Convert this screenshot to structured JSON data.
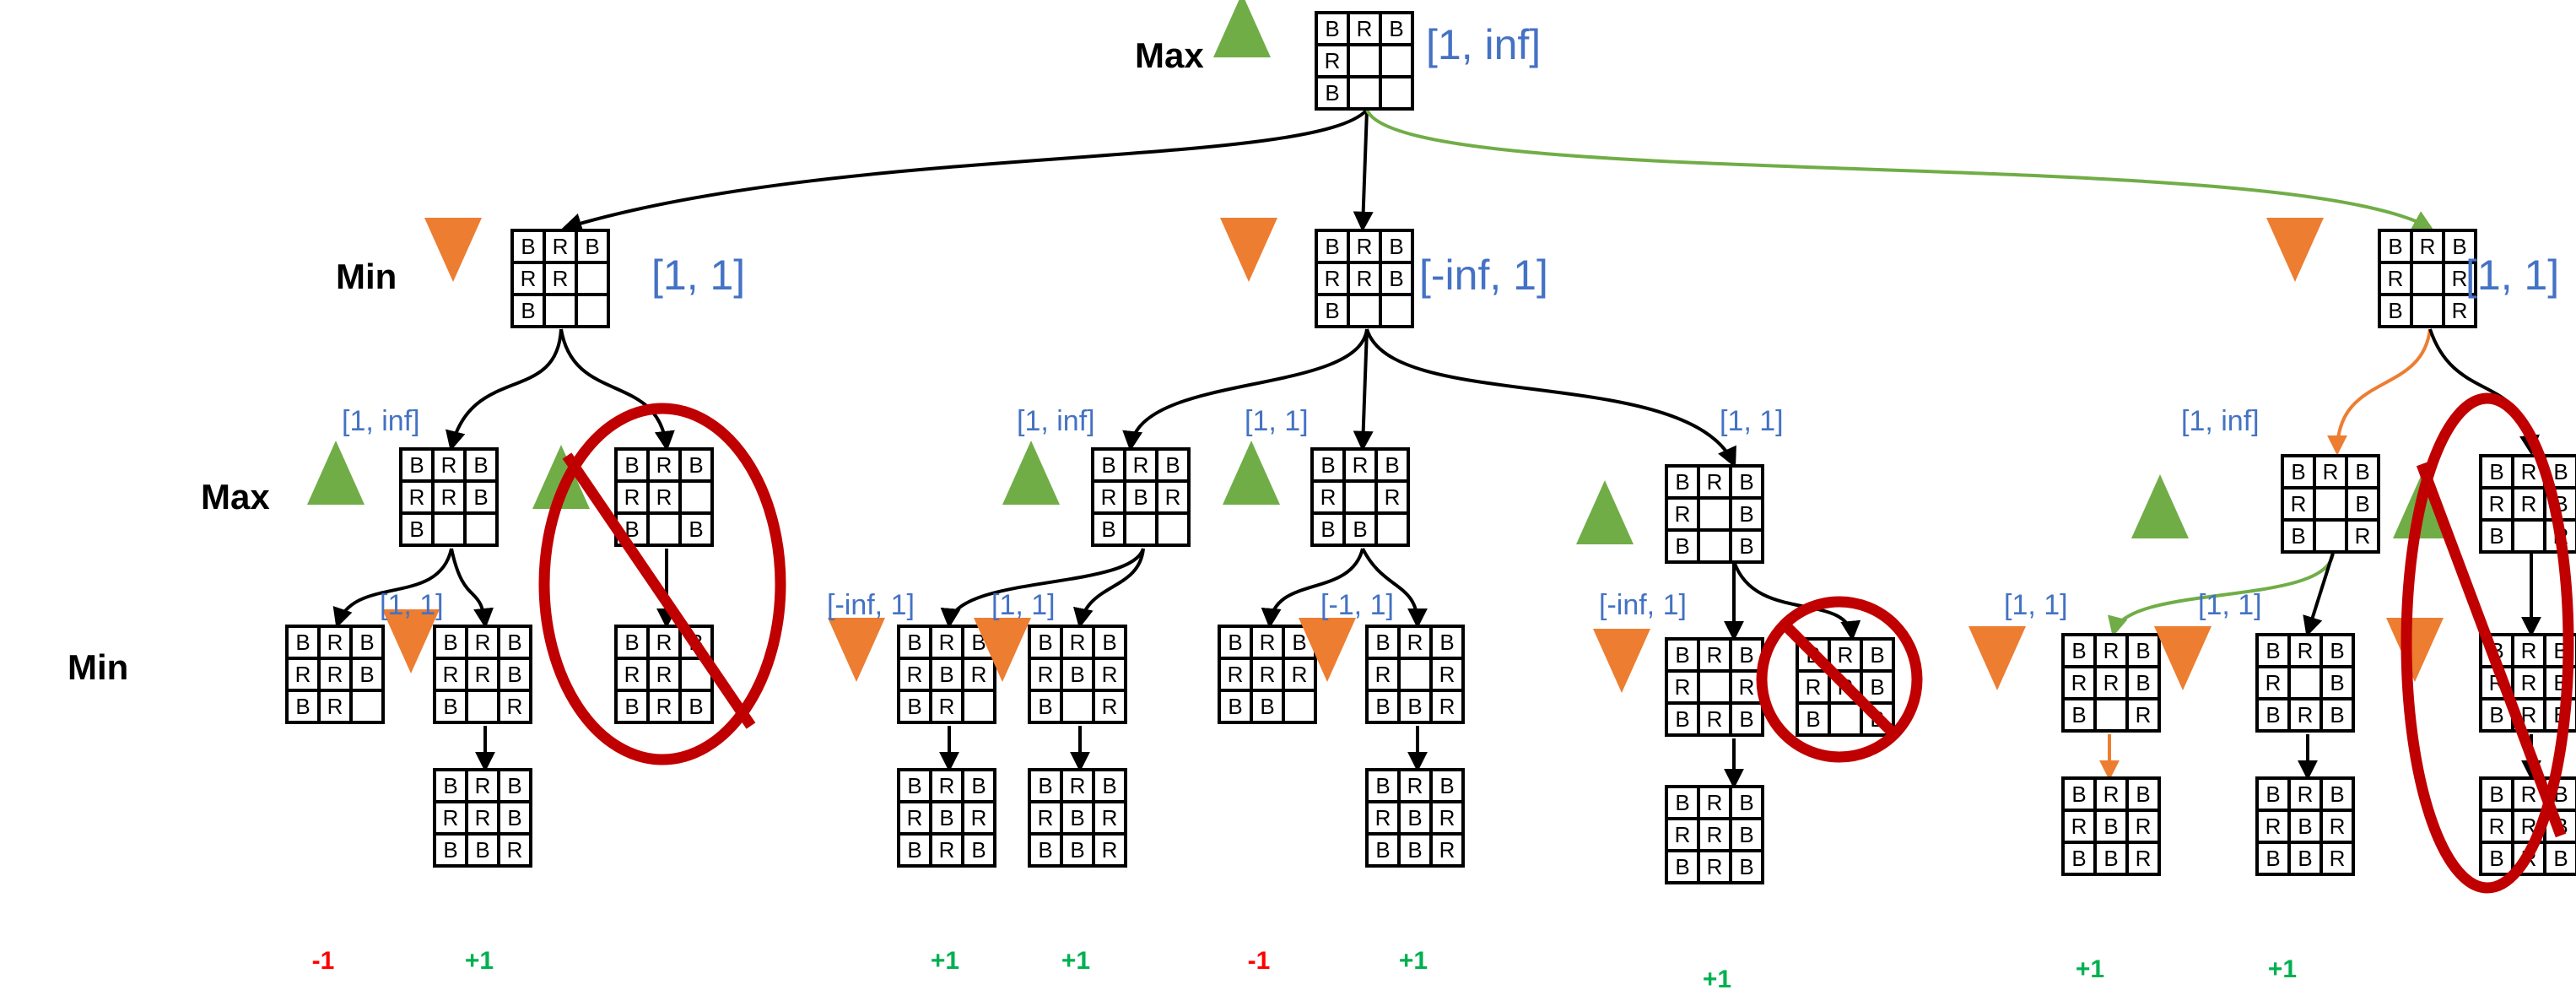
{
  "level_labels": [
    "Max",
    "Min",
    "Max",
    "Min"
  ],
  "colors": {
    "max_triangle": "#70AD47",
    "min_triangle": "#ED7D31",
    "interval_text": "#4472C4",
    "prune_mark": "#C00000",
    "win_value": "#00B050",
    "loss_value": "#FF0000",
    "edge_default": "#000000",
    "edge_green": "#70AD47",
    "edge_orange": "#ED7D31"
  },
  "intervals": {
    "root": "[1, inf]",
    "min_left": "[1, 1]",
    "min_mid": "[-inf, 1]",
    "min_right": "[1, 1]",
    "a_max": "[1, inf]",
    "a_min": "[1, 1]",
    "b_max": "[1, inf]",
    "b_min1": "[-inf, 1]",
    "b_min2": "[1, 1]",
    "c_max": "[1, 1]",
    "c_min": "[-1, 1]",
    "d_max": "[1, 1]",
    "d_min": "[-inf, 1]",
    "e_max": "[1, inf]",
    "e_min1": "[1, 1]",
    "e_min2": "[1, 1]"
  },
  "boards": {
    "root": [
      "BRB",
      "R  ",
      "B  "
    ],
    "m1": [
      "BRB",
      "RR ",
      "B  "
    ],
    "m2": [
      "BRB",
      "RRB",
      "B  "
    ],
    "m3": [
      "BRB",
      "R R",
      "B R"
    ],
    "x11": [
      "BRB",
      "RRB",
      "B  "
    ],
    "x12": [
      "BRB",
      "RR ",
      "B B"
    ],
    "x21": [
      "BRB",
      "RBR",
      "B  "
    ],
    "x22": [
      "BRB",
      "R R",
      "BB "
    ],
    "x23": [
      "BRB",
      "R B",
      "B B"
    ],
    "x31": [
      "BRB",
      "R B",
      "B R"
    ],
    "x32": [
      "BRB",
      "RRB",
      "B R"
    ],
    "n111": [
      "BRB",
      "RRB",
      "BR "
    ],
    "n112": [
      "BRB",
      "RRB",
      "B R"
    ],
    "n121": [
      "BRB",
      "RR ",
      "BRB"
    ],
    "n211": [
      "BRB",
      "RBR",
      "BR "
    ],
    "n212": [
      "BRB",
      "RBR",
      "B R"
    ],
    "n221": [
      "BRB",
      "RRR",
      "BB "
    ],
    "n222": [
      "BRB",
      "R R",
      "BBR"
    ],
    "n231": [
      "BRB",
      "R R",
      "BRB"
    ],
    "n232": [
      "BRB",
      "RRB",
      "B B"
    ],
    "n311": [
      "BRB",
      "RRB",
      "B R"
    ],
    "n312": [
      "BRB",
      "R B",
      "BRB"
    ],
    "n321": [
      "BRB",
      "RRB",
      "BRB"
    ],
    "l1": [
      "BRB",
      "RRB",
      "BBR"
    ],
    "l2": [
      "BRB",
      "RBR",
      "BRB"
    ],
    "l3": [
      "BRB",
      "RBR",
      "BBR"
    ],
    "l4": [
      "BRB",
      "RBR",
      "BBR"
    ],
    "l5": [
      "BRB",
      "RRB",
      "BRB"
    ],
    "l6": [
      "BRB",
      "RBR",
      "BBR"
    ],
    "l7": [
      "BRB",
      "RBR",
      "BBR"
    ],
    "l8": [
      "BRB",
      "RRB",
      "BRB"
    ]
  },
  "leaf_values": [
    "-1",
    "+1",
    "+1",
    "+1",
    "-1",
    "+1",
    "+1",
    "+1",
    "+1"
  ]
}
